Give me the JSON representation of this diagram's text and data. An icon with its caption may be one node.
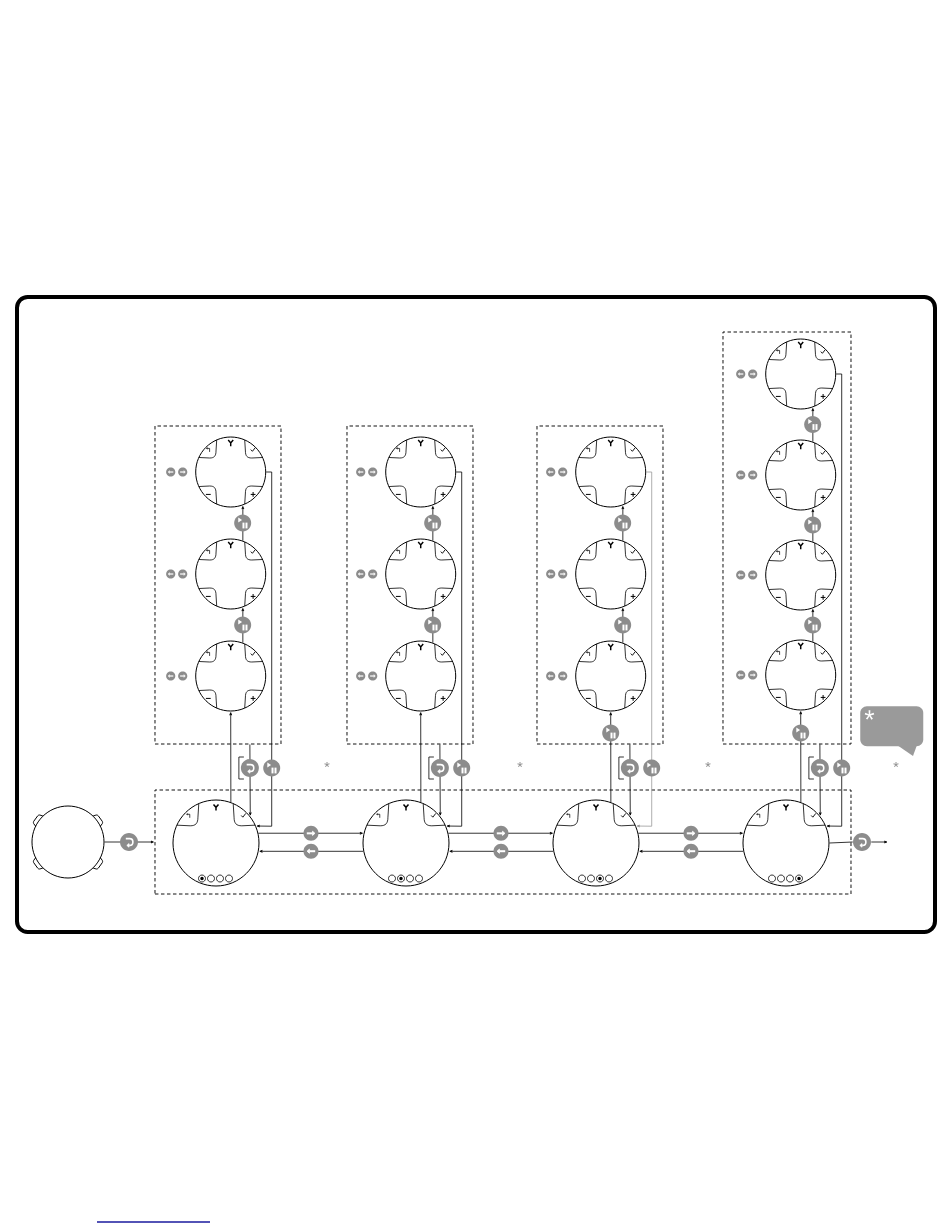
{
  "diagram": {
    "nodes": [
      {
        "text": [],
        "shape": "circle"
      },
      {
        "text": [],
        "shape": "box"
      },
      {
        "text": [],
        "shape": "circle",
        "in": 1
      },
      {
        "text": [],
        "shape": "circle",
        "in": 1
      },
      {
        "text": [],
        "shape": "circle",
        "in": 1
      },
      {
        "text": [],
        "shape": "circle",
        "in": 1
      },
      {
        "text": [],
        "shape": "box"
      },
      {
        "text": [],
        "shape": "circle",
        "in": 6
      },
      {
        "text": [],
        "shape": "circle",
        "in": 6
      },
      {
        "text": [],
        "shape": "circle",
        "in": 6
      },
      {
        "text": [],
        "shape": "box"
      },
      {
        "text": [],
        "shape": "circle",
        "in": 10
      },
      {
        "text": [],
        "shape": "circle",
        "in": 10
      },
      {
        "text": [],
        "shape": "circle",
        "in": 10
      },
      {
        "text": [],
        "shape": "box"
      },
      {
        "text": [],
        "shape": "circle",
        "in": 14
      },
      {
        "text": [],
        "shape": "circle",
        "in": 14
      },
      {
        "text": [],
        "shape": "circle",
        "in": 14
      },
      {
        "text": [],
        "shape": "box"
      },
      {
        "text": [],
        "shape": "circle",
        "in": 18
      },
      {
        "text": [],
        "shape": "circle",
        "in": 18
      },
      {
        "text": [],
        "shape": "circle",
        "in": 18
      },
      {
        "text": [],
        "shape": "circle",
        "in": 18
      },
      {
        "text": [
          "*"
        ]
      },
      {
        "text": [],
        "shape": "circle"
      }
    ],
    "edges": [
      {
        "from": 0,
        "to": 1,
        "arrow": "to"
      },
      {
        "from": 2,
        "to": 3,
        "arrow": "to"
      },
      {
        "from": 3,
        "to": 4,
        "arrow": "to"
      },
      {
        "from": 4,
        "to": 5,
        "arrow": "to"
      },
      {
        "from": 3,
        "to": 2,
        "arrow": "to"
      },
      {
        "from": 4,
        "to": 3,
        "arrow": "to"
      },
      {
        "from": 5,
        "to": 4,
        "arrow": "to"
      },
      {
        "from": 5,
        "to": 24,
        "arrow": "none"
      },
      {
        "from": 24,
        "to": null,
        "arrow": "to"
      },
      {
        "from": 2,
        "to": 9,
        "arrow": "to"
      },
      {
        "from": 9,
        "to": 8,
        "arrow": "to"
      },
      {
        "from": 8,
        "to": 7,
        "arrow": "to"
      },
      {
        "from": 7,
        "to": 2,
        "arrow": "to"
      },
      {
        "from": 6,
        "to": 2,
        "arrow": "to"
      },
      {
        "from": 3,
        "to": 13,
        "arrow": "to"
      },
      {
        "from": 13,
        "to": 12,
        "arrow": "to"
      },
      {
        "from": 12,
        "to": 11,
        "arrow": "to"
      },
      {
        "from": 11,
        "to": 3,
        "arrow": "to"
      },
      {
        "from": 10,
        "to": 3,
        "arrow": "to"
      },
      {
        "from": 4,
        "to": 17,
        "arrow": "to"
      },
      {
        "from": 17,
        "to": 16,
        "arrow": "to"
      },
      {
        "from": 16,
        "to": 15,
        "arrow": "to"
      },
      {
        "from": 15,
        "to": 4,
        "arrow": "to",
        "color": "#999999"
      },
      {
        "from": 14,
        "to": 4,
        "arrow": "to"
      },
      {
        "from": 5,
        "to": 22,
        "arrow": "to"
      },
      {
        "from": 22,
        "to": 21,
        "arrow": "to"
      },
      {
        "from": 21,
        "to": 20,
        "arrow": "to"
      },
      {
        "from": 20,
        "to": 19,
        "arrow": "to"
      },
      {
        "from": 19,
        "to": 5,
        "arrow": "to"
      },
      {
        "from": 18,
        "to": 5,
        "arrow": "to"
      }
    ],
    "labels": [
      "*",
      "*",
      "*",
      "*"
    ]
  }
}
